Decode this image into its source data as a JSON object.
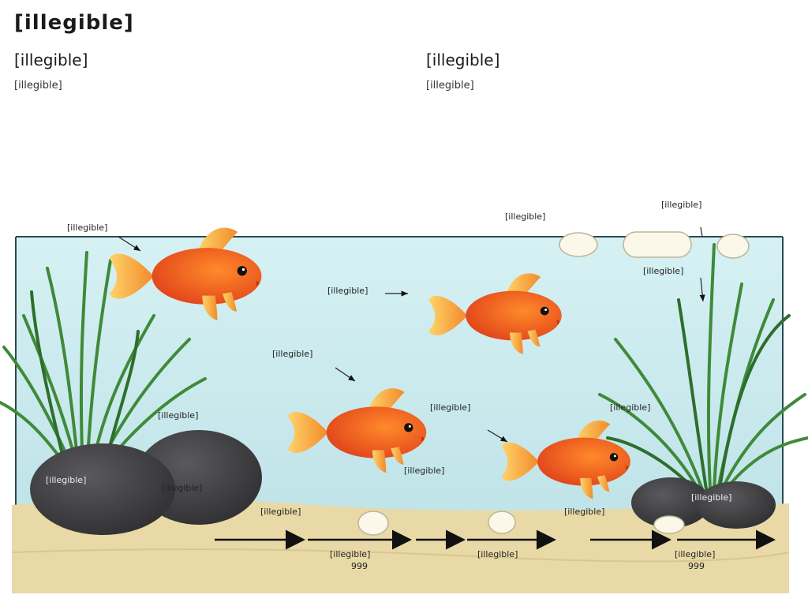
{
  "title": "[illegible]",
  "sections": [
    {
      "heading": "[illegible]",
      "body": "[illegible]"
    },
    {
      "heading": "[illegible]",
      "body": "[illegible]"
    }
  ],
  "labels": {
    "top_left": "[illegible]",
    "fish2": "[illegible]",
    "fish3": "[illegible]",
    "fish4": "[illegible]",
    "rock_left_front": "[illegible]",
    "rock_left_back": "[illegible]",
    "plants_left": "[illegible]",
    "surface_top": "[illegible]",
    "surface_right": "[illegible]",
    "plant_right": "[illegible]",
    "fish5_upper": "[illegible]",
    "fish4_lower": "[illegible]",
    "rock_right": "[illegible]",
    "floor_1": "[illegible]",
    "floor_2": "[illegible]",
    "floor_3": "[illegible]",
    "floor_4": "[illegible]",
    "floor_5": "[illegible]"
  },
  "numbers": {
    "left": "999",
    "right": "999"
  },
  "colors": {
    "water": "#c9ebee",
    "sand": "#e8d9a6",
    "fish_body": "#f25c1f",
    "fish_fin": "#f7a23a",
    "plant": "#3f8a3a",
    "rock": "#3c3c3e",
    "egg": "#fbf8ea"
  }
}
